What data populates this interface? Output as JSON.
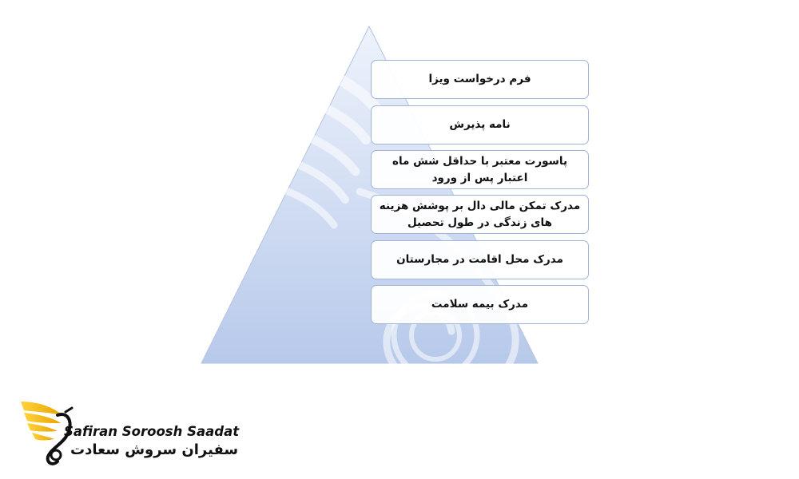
{
  "diagram": {
    "items": [
      "فرم درخواست ویزا",
      "نامه پذیرش",
      "پاسورت معتبر با حداقل شش ماه اعتبار پس از ورود",
      "مدرک تمکن مالی دال بر پوشش هزینه های زندگی در طول تحصیل",
      "مدرک محل اقامت در مجارستان",
      "مدرک بیمه سلامت"
    ]
  },
  "logo": {
    "name_en": "Safiran Soroosh Saadat",
    "name_fa": "سفیران سروش سعادت"
  },
  "colors": {
    "triangle_top": "#eef3fc",
    "triangle_bottom": "#b7c9ea",
    "box_border": "#9fb4d6",
    "logo_gold": "#f2b705"
  }
}
